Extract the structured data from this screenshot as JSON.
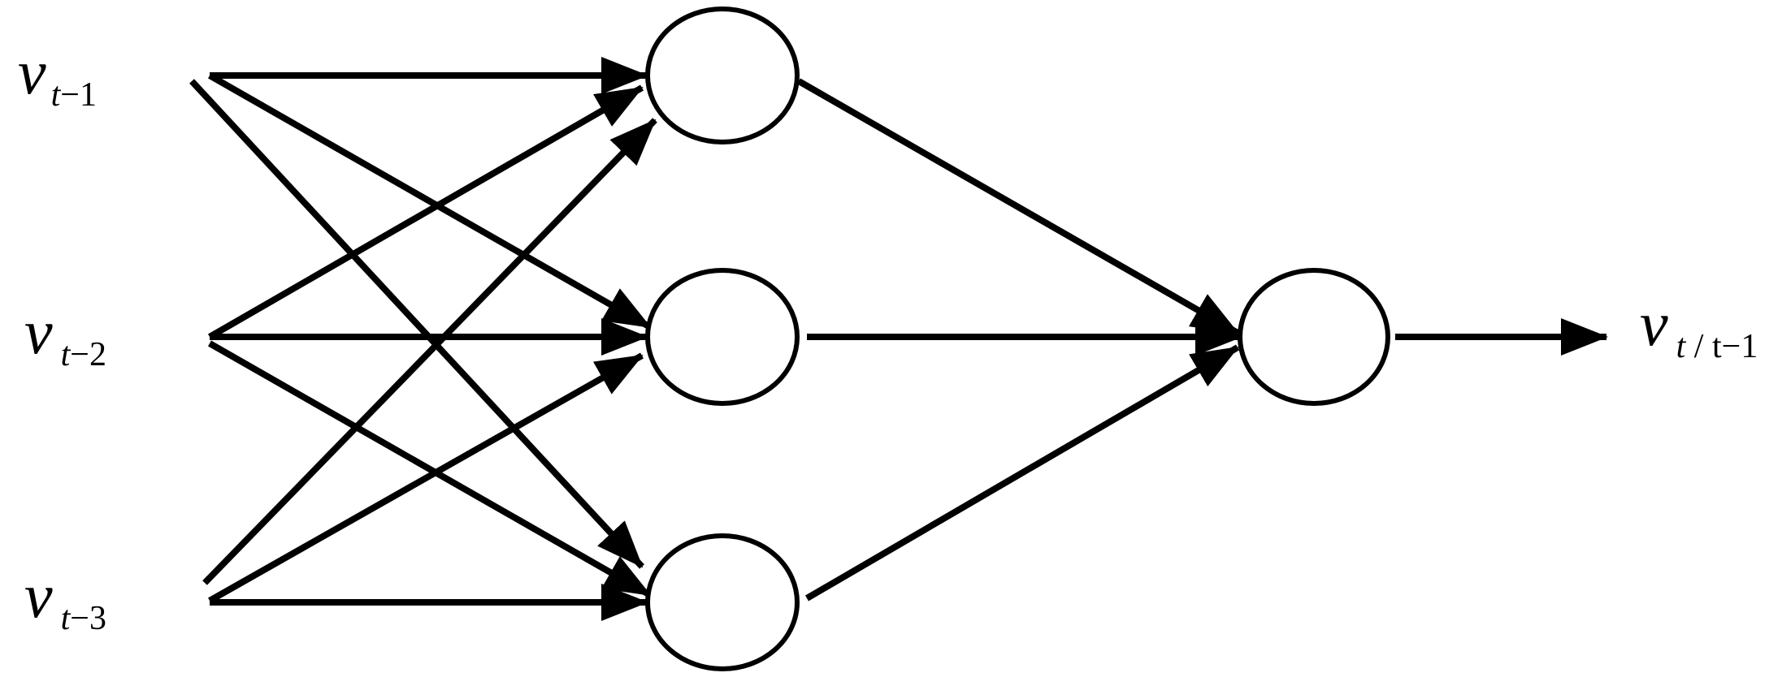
{
  "inputs": [
    {
      "var": "v",
      "sub_t": "t",
      "sub_rest": "−1"
    },
    {
      "var": "v",
      "sub_t": "t",
      "sub_rest": "−2"
    },
    {
      "var": "v",
      "sub_t": "t",
      "sub_rest": "−3"
    }
  ],
  "output": {
    "var": "v",
    "sub_t": "t",
    "sub_rest": " / t−1"
  },
  "colors": {
    "stroke": "#000000",
    "node_fill": "#ffffff",
    "background": "#ffffff"
  }
}
